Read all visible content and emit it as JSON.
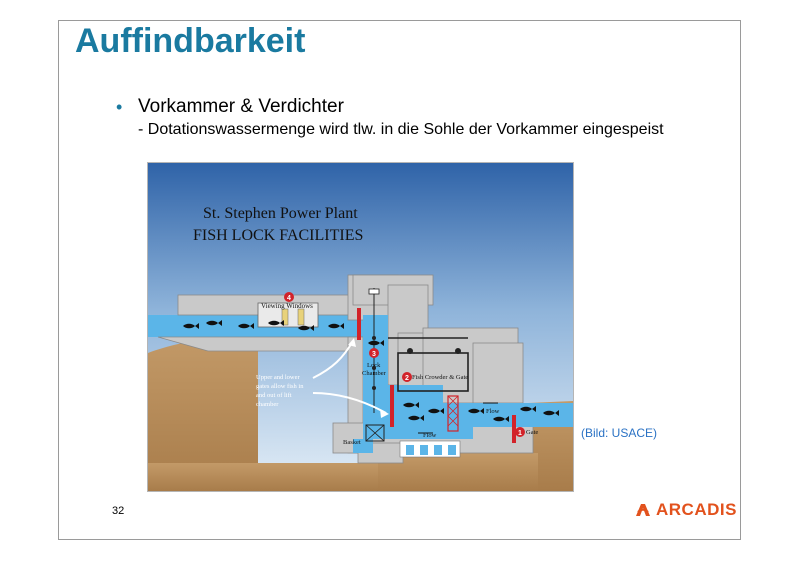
{
  "slide": {
    "title": "Auffindbarkeit",
    "bullet_symbol": "•",
    "bullet_main": "Vorkammer & Verdichter",
    "bullet_sub": "- Dotationswassermenge  wird tlw. in die Sohle der Vorkammer eingespeist",
    "image_credit": "(Bild: USACE)",
    "page_number": "32",
    "logo_text": "ARCADIS",
    "logo_color": "#e2521d",
    "title_color": "#1a7aa0"
  },
  "diagram": {
    "title_line1": "St. Stephen Power Plant",
    "title_line2": "FISH LOCK FACILITIES",
    "labels": {
      "viewing_windows": "Viewing Windows",
      "lock_chamber_1": "Lock",
      "lock_chamber_2": "Chamber",
      "fish_crowder": "Fish Crowder & Gate",
      "flow_right": "Flow",
      "flow_bottom": "Flow",
      "gate": "Gate",
      "basket": "Basket",
      "gates_note_1": "Upper and lower",
      "gates_note_2": "gates allow fish in",
      "gates_note_3": "and out of lift",
      "gates_note_4": "chamber"
    },
    "markers": {
      "m1": "1",
      "m2": "2",
      "m3": "3",
      "m4": "4"
    },
    "colors": {
      "sky_top": "#3a6fb0",
      "sky_bottom": "#d8e6f3",
      "water": "#5bb5e8",
      "concrete": "#c8c8c8",
      "soil": "#b68a58",
      "marker": "#d2232a"
    }
  }
}
